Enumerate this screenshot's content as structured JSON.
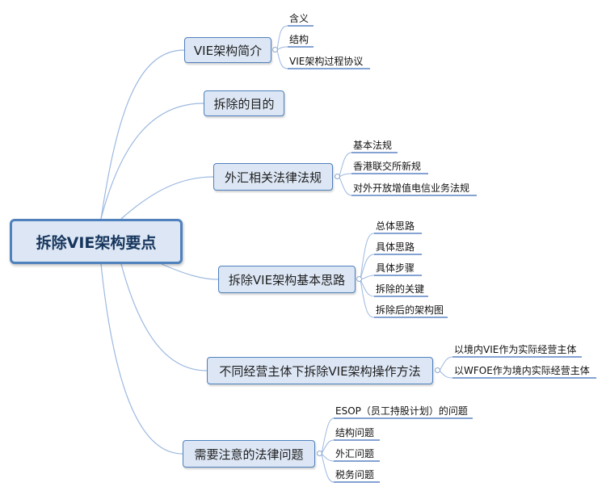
{
  "root": "拆除VIE架构要点",
  "branches": [
    {
      "label": "VIE架构简介",
      "children": [
        "含义",
        "结构",
        "VIE架构过程协议"
      ]
    },
    {
      "label": "拆除的目的",
      "children": []
    },
    {
      "label": "外汇相关法律法规",
      "children": [
        "基本法规",
        "香港联交所新规",
        "对外开放增值电信业务法规"
      ]
    },
    {
      "label": "拆除VIE架构基本思路",
      "children": [
        "总体思路",
        "具体思路",
        "具体步骤",
        "拆除的关键",
        "拆除后的架构图"
      ]
    },
    {
      "label": "不同经营主体下拆除VIE架构操作方法",
      "children": [
        "以境内VIE作为实际经营主体",
        "以WFOE作为境内实际经营主体"
      ]
    },
    {
      "label": "需要注意的法律问题",
      "children": [
        "ESOP（员工持股计划）的问题",
        "结构问题",
        "外汇问题",
        "税务问题"
      ]
    }
  ],
  "colors": {
    "line": "#9db9e0",
    "leaf_underline": "#5b84c4",
    "node_fill": "#dce6f4",
    "node_border": "#4f81bd"
  }
}
